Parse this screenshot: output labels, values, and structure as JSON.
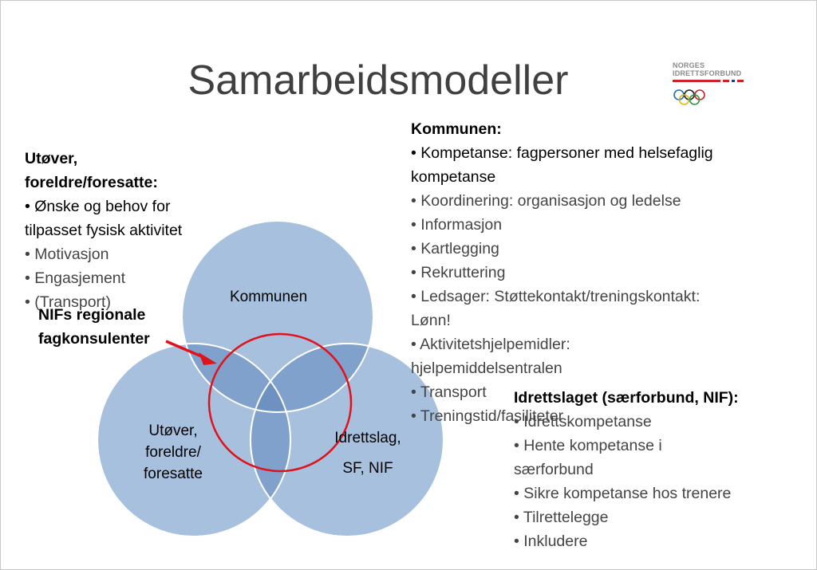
{
  "title": "Samarbeidsmodeller",
  "logo": {
    "line1": "NORGES",
    "line2": "IDRETTSFORBUND",
    "colors": {
      "red": "#d0202a",
      "blue": "#1f3f8f",
      "gray": "#8a8a8a"
    }
  },
  "circles": {
    "top": "Kommunen",
    "left": [
      "Utøver,",
      "foreldre/",
      "foresatte"
    ],
    "right": [
      "Idrettslag,",
      "SF, NIF"
    ],
    "fill": "#a6c0de",
    "overlap_fill": "#7fa1cb",
    "center_fill": "#6d91c0"
  },
  "nif": {
    "label": [
      "NIFs regionale",
      "fagkonsulenter"
    ],
    "color": "#e0121b"
  },
  "utover": {
    "heading": [
      "Utøver,",
      "foreldre/foresatte:"
    ],
    "first_item": [
      "• Ønske og behov for",
      "tilpasset fysisk aktivitet"
    ],
    "items": [
      "• Motivasjon",
      "• Engasjement",
      "• (Transport)"
    ]
  },
  "kommunen": {
    "heading": "Kommunen:",
    "first_item": [
      "• Kompetanse: fagpersoner med helsefaglig",
      "kompetanse"
    ],
    "items": [
      "• Koordinering: organisasjon og ledelse",
      "• Informasjon",
      "• Kartlegging",
      "• Rekruttering",
      "• Ledsager: Støttekontakt/treningskontakt:",
      "Lønn!",
      "• Aktivitetshjelpemidler:",
      "hjelpemiddelsentralen",
      "• Transport",
      "• Treningstid/fasiliteter"
    ]
  },
  "idrettslaget": {
    "heading": "Idrettslaget (særforbund, NIF):",
    "items": [
      "• Idrettskompetanse",
      "• Hente kompetanse i",
      "særforbund",
      "• Sikre kompetanse hos trenere",
      "• Tilrettelegge",
      "• Inkludere"
    ]
  }
}
